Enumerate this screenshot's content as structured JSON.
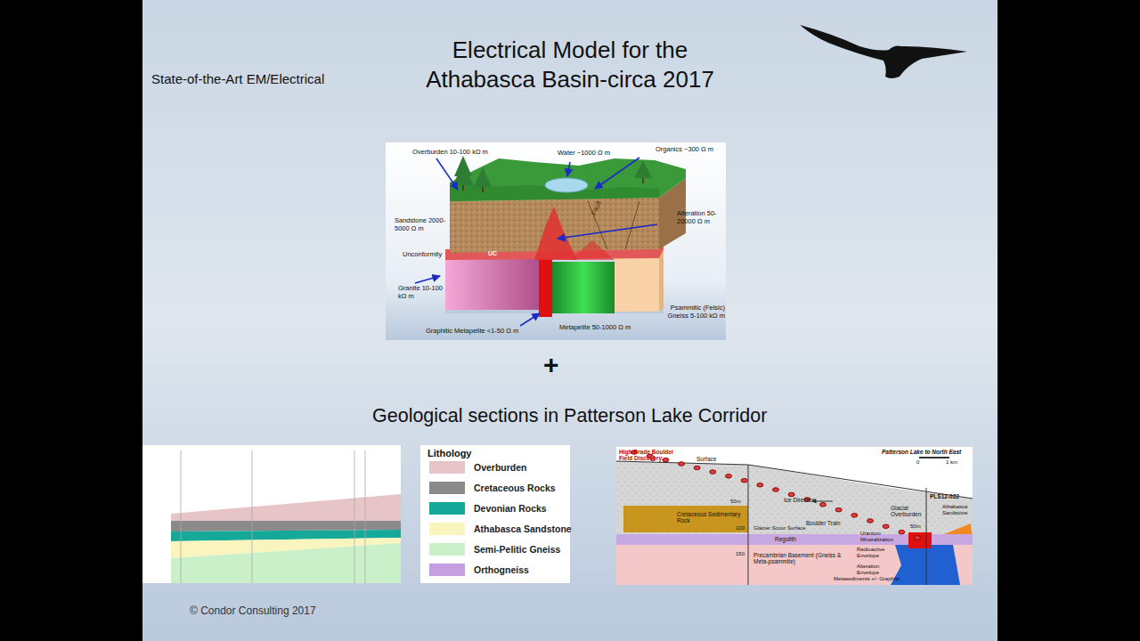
{
  "diagram": {
    "title": "Electrical Model for the Athabasca Basin-circa 2017",
    "labels": [
      "State-of-the-Art EM/Electrical",
      "Overburden 10-100 kΩ m",
      "Water ~1000 Ω m",
      "Organics ~300 Ω m",
      "Sandstone 2000-5000 Ω m",
      "Alteration 50-20000 Ω m",
      "Fault",
      "UC",
      "Unconformity",
      "Granite 10-100 kΩ m",
      "Psammitic (Felsic) Gneiss 5-100 kΩ m",
      "Graphitic Metapelite <1-50 Ω m",
      "Metapelite 50-1000 Ω m",
      "+",
      "Geological sections in Patterson Lake Corridor",
      "Lithology",
      "High Grade Boulder Field Discovery",
      "Surface",
      "Patterson Lake to North East",
      "0",
      "1 km",
      "Ice Direction",
      "Glacial Overburden",
      "Boulder Train",
      "Glacier Scour Surface",
      "PLS12-022",
      "Athabasca Sandstone",
      "Cretaceous Sedimentary Rock",
      "Regolith",
      "Uranium Mineralization",
      "Radioactive Envelope",
      "Alteration Envelope",
      "Precambrian Basement (Gneiss & Meta-psammite)",
      "Metasediments +/- Graphite",
      "50m",
      "100",
      "150",
      "50m",
      "© Condor Consulting 2017"
    ],
    "legend": [
      {
        "text": "Overburden",
        "color": "#e6c4c8"
      },
      {
        "text": "Cretaceous Rocks",
        "color": "#8a8a8a"
      },
      {
        "text": "Devonian Rocks",
        "color": "#16a99a"
      },
      {
        "text": "Athabasca Sandstone",
        "color": "#faf4bf"
      },
      {
        "text": "Semi-Pelitic Gneiss",
        "color": "#c9f0c9"
      },
      {
        "text": "Orthogneiss",
        "color": "#c79fe0"
      }
    ]
  }
}
